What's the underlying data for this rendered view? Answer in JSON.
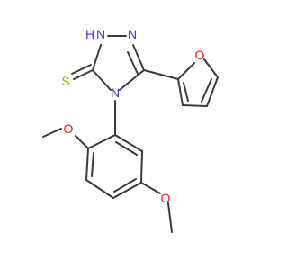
{
  "molecule": {
    "atoms": {
      "n1_label": "N",
      "n1_h_label": "H",
      "n2_label": "N",
      "n4_label": "N",
      "s_label": "S",
      "o_furan_label": "O",
      "o_methoxy_top_label": "O",
      "o_methoxy_bottom_label": "O"
    },
    "colors": {
      "carbon_bond": "#3a3a3a",
      "nitrogen": "#3b3bd6",
      "oxygen": "#e02020",
      "sulfur": "#b8a000"
    }
  }
}
